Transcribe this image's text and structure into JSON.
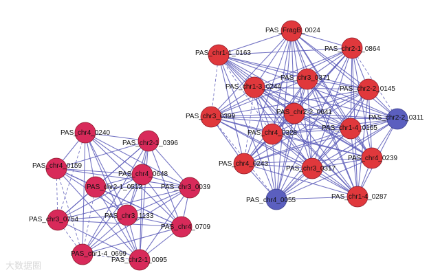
{
  "colors": {
    "edge": "#5a5ab8",
    "node_left": "#d82a5a",
    "node_right": "#e0383c",
    "node_blue": "#5b5fbf",
    "node_stroke": "#8a1a2a"
  },
  "watermark": "大数据圈",
  "clusters": [
    {
      "name": "left",
      "nodes": [
        {
          "id": "L1",
          "label": "PAS_chr4_0240",
          "color": "node_left"
        },
        {
          "id": "L2",
          "label": "PAS_chr2-1_0396",
          "color": "node_left"
        },
        {
          "id": "L3",
          "label": "PAS_chr4_0159",
          "color": "node_left"
        },
        {
          "id": "L4",
          "label": "PAS_chr4_0648",
          "color": "node_left"
        },
        {
          "id": "L5",
          "label": "PAS_chr2-1_0512",
          "color": "node_left"
        },
        {
          "id": "L6",
          "label": "PAS_chr3_0039",
          "color": "node_left"
        },
        {
          "id": "L7",
          "label": "PAS_chr3_0754",
          "color": "node_left"
        },
        {
          "id": "L8",
          "label": "PAS_chr3_1133",
          "color": "node_left"
        },
        {
          "id": "L9",
          "label": "PAS_chr4_0709",
          "color": "node_left"
        },
        {
          "id": "L10",
          "label": "PAS_chr1-4_0699",
          "color": "node_left"
        },
        {
          "id": "L11",
          "label": "PAS_chr2-1_0095",
          "color": "node_left"
        }
      ],
      "dashed_edges": [
        [
          "L3",
          "L10"
        ],
        [
          "L7",
          "L10"
        ],
        [
          "L5",
          "L10"
        ],
        [
          "L3",
          "L7"
        ],
        [
          "L1",
          "L7"
        ],
        [
          "L10",
          "L11"
        ]
      ]
    },
    {
      "name": "right",
      "nodes": [
        {
          "id": "R1",
          "label": "PAS_FragB_0024",
          "color": "node_right"
        },
        {
          "id": "R2",
          "label": "PAS_chr1-1_0163",
          "color": "node_right"
        },
        {
          "id": "R3",
          "label": "PAS_chr2-1_0864",
          "color": "node_right"
        },
        {
          "id": "R4",
          "label": "PAS_chr3_0371",
          "color": "node_right"
        },
        {
          "id": "R5",
          "label": "PAS_chr1-3_0244",
          "color": "node_right"
        },
        {
          "id": "R6",
          "label": "PAS_chr2-2_0145",
          "color": "node_right"
        },
        {
          "id": "R7",
          "label": "PAS_chr2-2_0641",
          "color": "node_right"
        },
        {
          "id": "R8",
          "label": "PAS_chr3_0399",
          "color": "node_right"
        },
        {
          "id": "R9",
          "label": "PAS_chr2-2_0311",
          "color": "node_blue"
        },
        {
          "id": "R10",
          "label": "PAS_chr4_0328",
          "color": "node_right"
        },
        {
          "id": "R11",
          "label": "PAS_chr1-4_0165",
          "color": "node_right"
        },
        {
          "id": "R12",
          "label": "PAS_chr4_0239",
          "color": "node_right"
        },
        {
          "id": "R13",
          "label": "PAS_chr4_0243",
          "color": "node_right"
        },
        {
          "id": "R14",
          "label": "PAS_chr3_0317",
          "color": "node_right"
        },
        {
          "id": "R15",
          "label": "PAS_chr4_0055",
          "color": "node_blue"
        },
        {
          "id": "R16",
          "label": "PAS_chr1-4_0287",
          "color": "node_right"
        }
      ],
      "dashed_edges": [
        [
          "R2",
          "R8"
        ],
        [
          "R5",
          "R13"
        ],
        [
          "R2",
          "R10"
        ],
        [
          "R8",
          "R15"
        ],
        [
          "R3",
          "R9"
        ]
      ]
    }
  ]
}
